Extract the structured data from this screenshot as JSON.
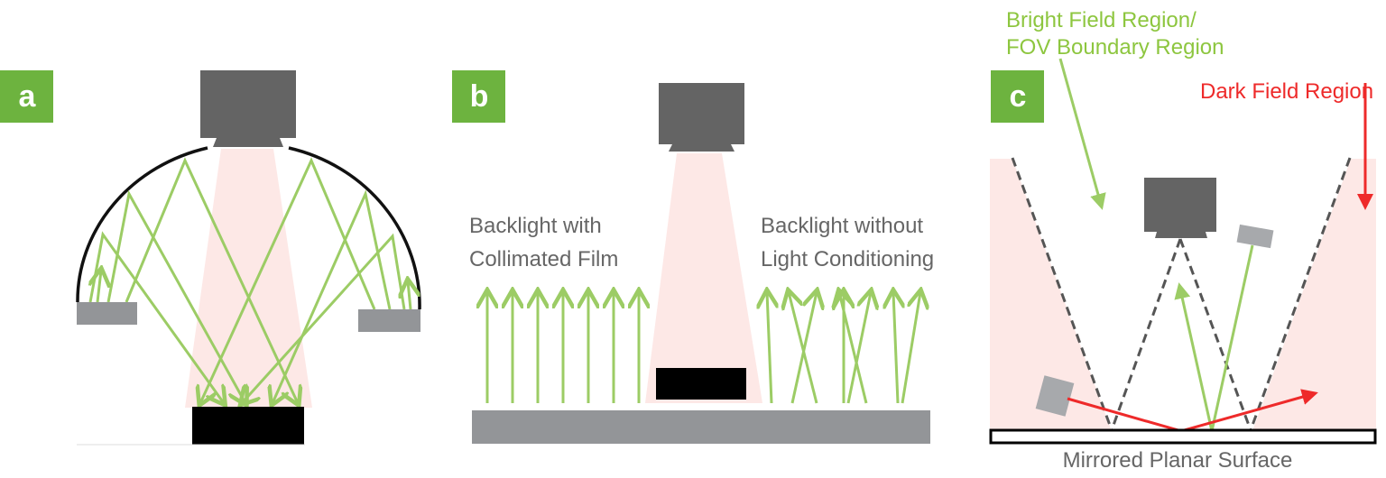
{
  "panels": {
    "a": {
      "label": "a"
    },
    "b": {
      "label": "b",
      "left_text": [
        "Backlight with",
        "Collimated Film"
      ],
      "right_text": [
        "Backlight without",
        "Light Conditioning"
      ]
    },
    "c": {
      "label": "c",
      "bright_field_text": [
        "Bright Field Region/",
        "FOV Boundary Region"
      ],
      "dark_field_text": "Dark Field Region",
      "surface_text": "Mirrored Planar Surface"
    }
  },
  "colors": {
    "label_bg": "#6db33f",
    "light_ray": "#9ccc65",
    "dark_field": "#ee2a2a",
    "camera": "#646464",
    "fov_cone": "#fde8e6"
  }
}
